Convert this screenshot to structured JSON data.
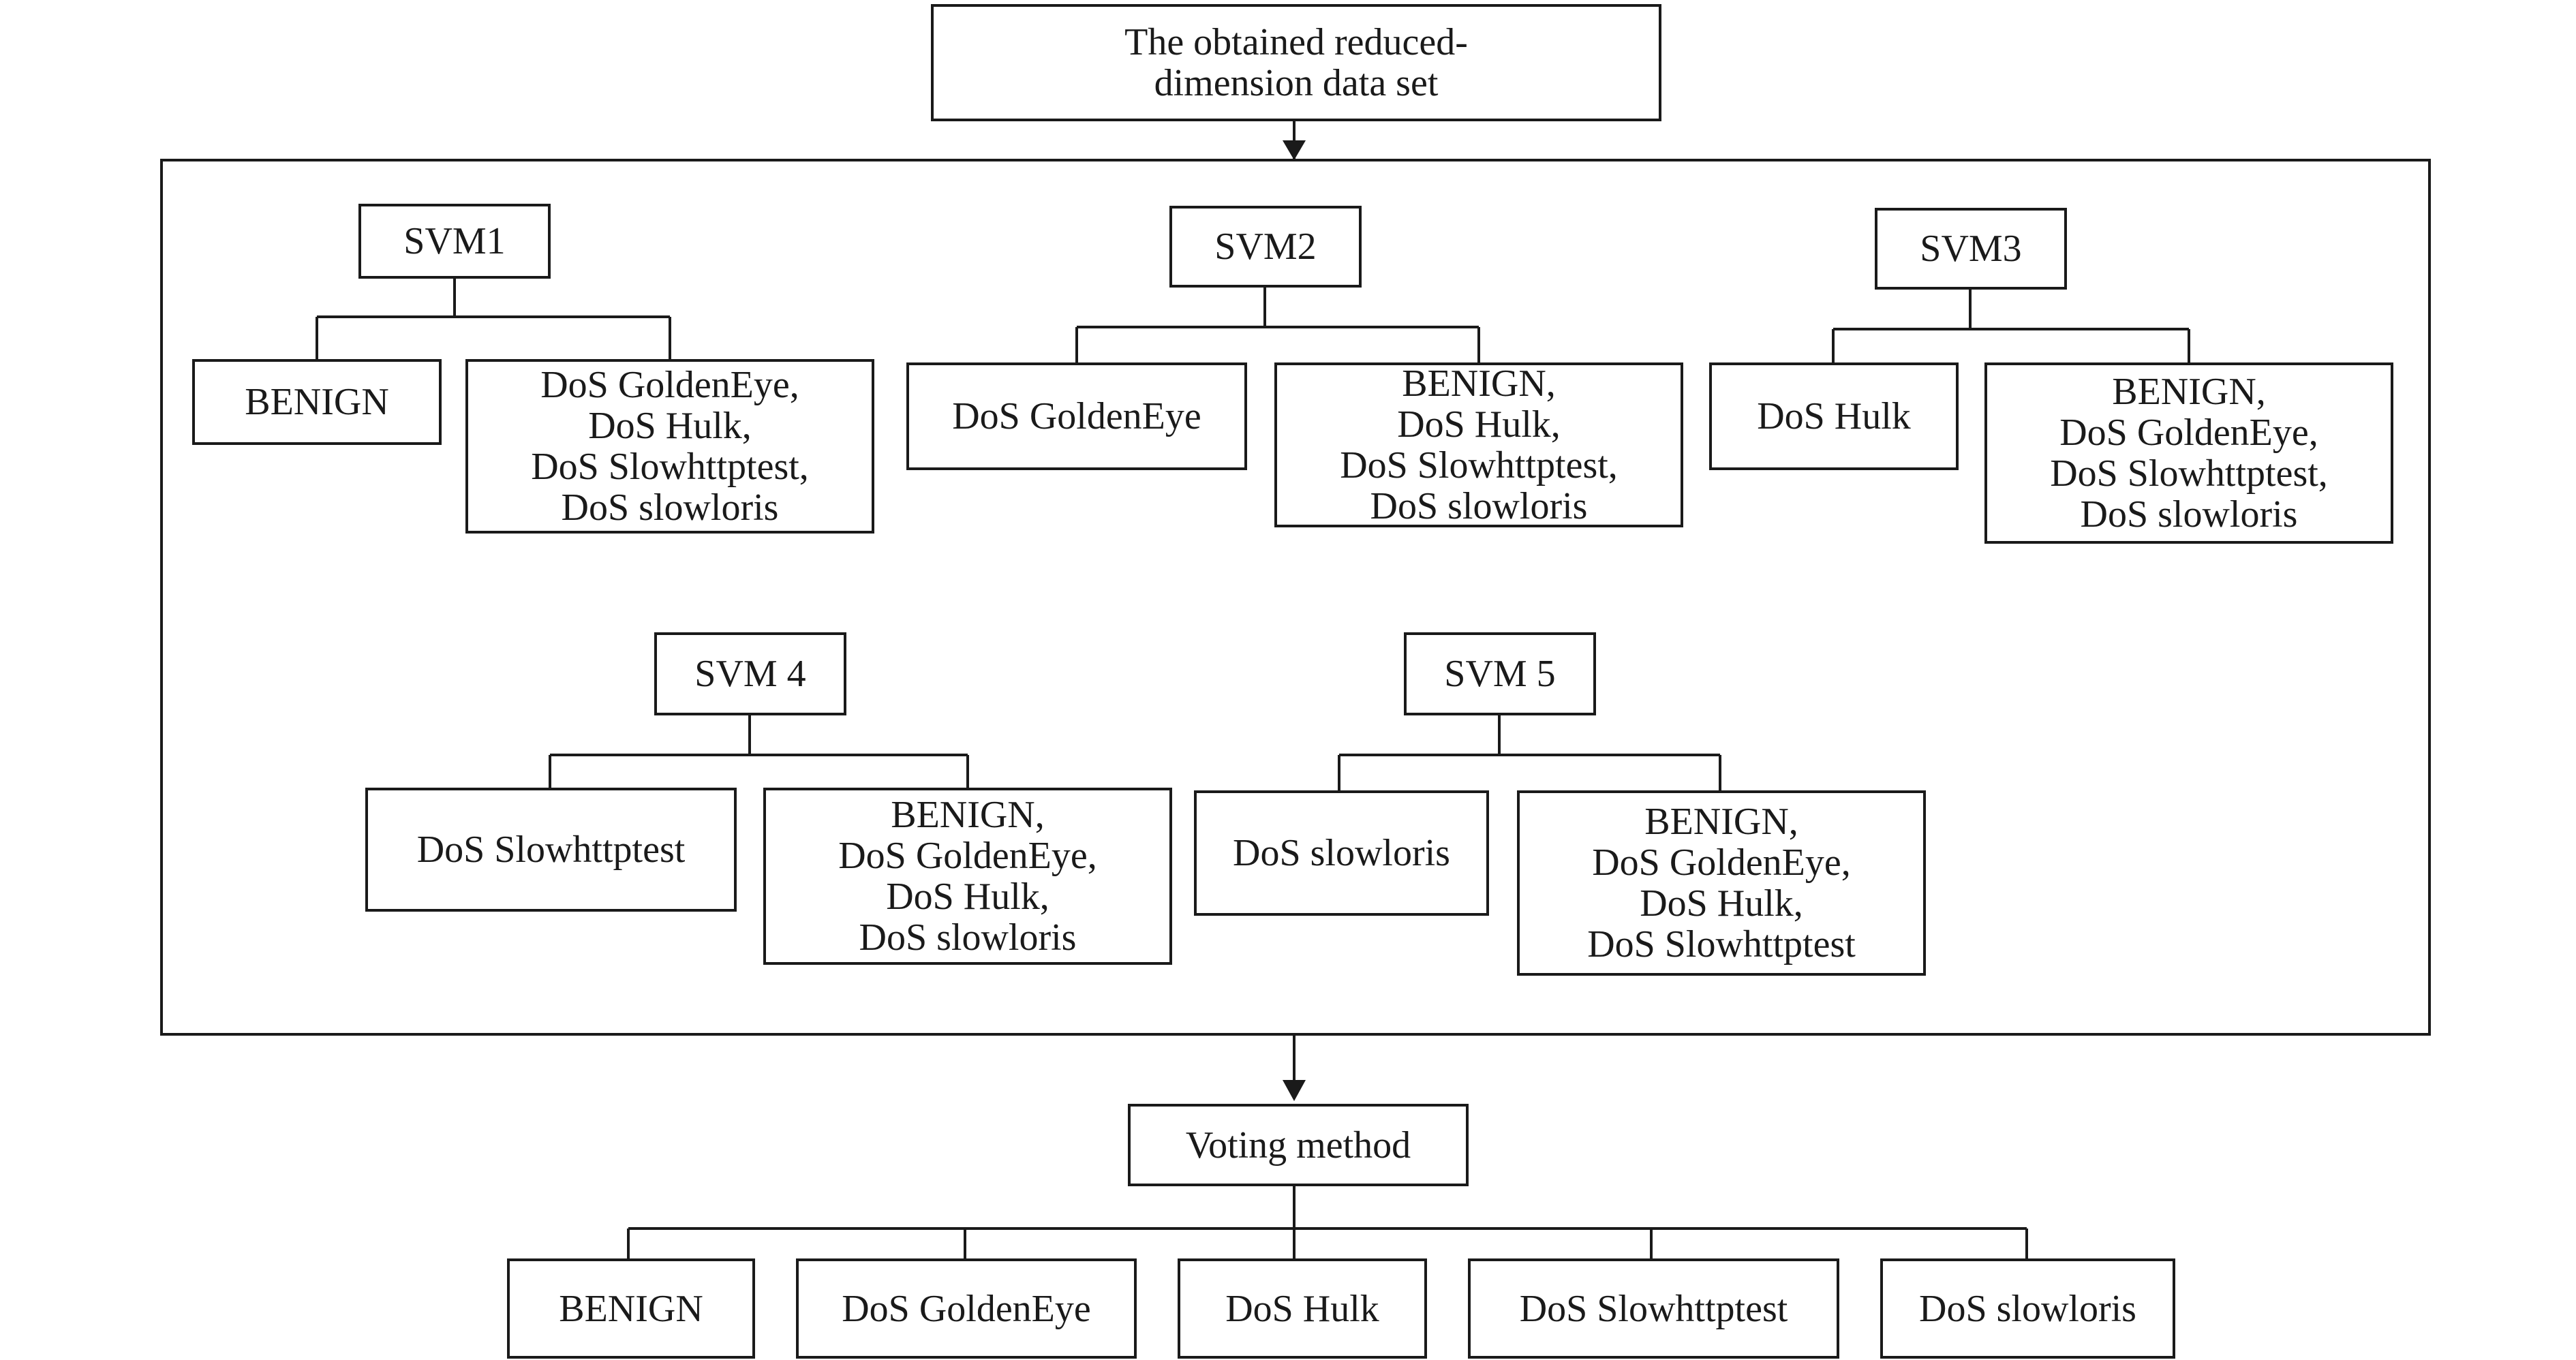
{
  "colors": {
    "stroke": "#1a1a1a",
    "background": "#ffffff"
  },
  "input_box": {
    "lines": [
      "The obtained reduced-",
      "dimension data set"
    ]
  },
  "classifiers": [
    {
      "label": "SVM1",
      "positive": [
        "BENIGN"
      ],
      "negative": [
        "DoS GoldenEye,",
        "DoS Hulk,",
        "DoS Slowhttptest,",
        "DoS slowloris"
      ]
    },
    {
      "label": "SVM2",
      "positive": [
        "DoS GoldenEye"
      ],
      "negative": [
        "BENIGN,",
        "DoS Hulk,",
        "DoS Slowhttptest,",
        "DoS slowloris"
      ]
    },
    {
      "label": "SVM3",
      "positive": [
        "DoS Hulk"
      ],
      "negative": [
        "BENIGN,",
        "DoS GoldenEye,",
        "DoS Slowhttptest,",
        "DoS slowloris"
      ]
    },
    {
      "label": "SVM 4",
      "positive": [
        "DoS Slowhttptest"
      ],
      "negative": [
        "BENIGN,",
        "DoS GoldenEye,",
        "DoS Hulk,",
        "DoS slowloris"
      ]
    },
    {
      "label": "SVM 5",
      "positive": [
        "DoS slowloris"
      ],
      "negative": [
        "BENIGN,",
        "DoS GoldenEye,",
        "DoS Hulk,",
        "DoS Slowhttptest"
      ]
    }
  ],
  "voting": {
    "label": "Voting method"
  },
  "outputs": [
    "BENIGN",
    "DoS GoldenEye",
    "DoS Hulk",
    "DoS Slowhttptest",
    "DoS slowloris"
  ]
}
